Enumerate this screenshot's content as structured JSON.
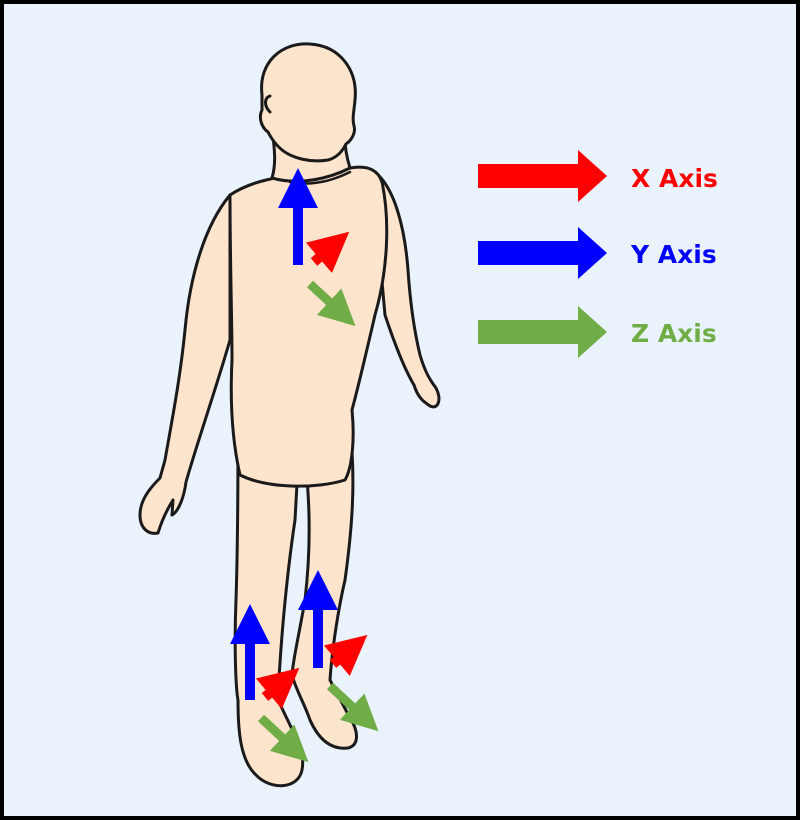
{
  "colors": {
    "background": "#eaf2fb",
    "border": "#000000",
    "skin": "#fde4cc",
    "outline": "#1a1a1a",
    "x_axis": "#ff0000",
    "y_axis": "#0000ff",
    "z_axis": "#70ad47"
  },
  "legend": {
    "x": {
      "label": "X Axis",
      "color": "#ff0000"
    },
    "y": {
      "label": "Y Axis",
      "color": "#0000ff"
    },
    "z": {
      "label": "Z Axis",
      "color": "#70ad47"
    }
  },
  "sensors": [
    {
      "name": "chest-sensor",
      "axes": [
        "y-axis",
        "x-axis",
        "z-axis"
      ]
    },
    {
      "name": "left-shin-sensor",
      "axes": [
        "y-axis",
        "x-axis",
        "z-axis"
      ]
    },
    {
      "name": "right-shin-sensor",
      "axes": [
        "y-axis",
        "x-axis",
        "z-axis"
      ]
    }
  ]
}
